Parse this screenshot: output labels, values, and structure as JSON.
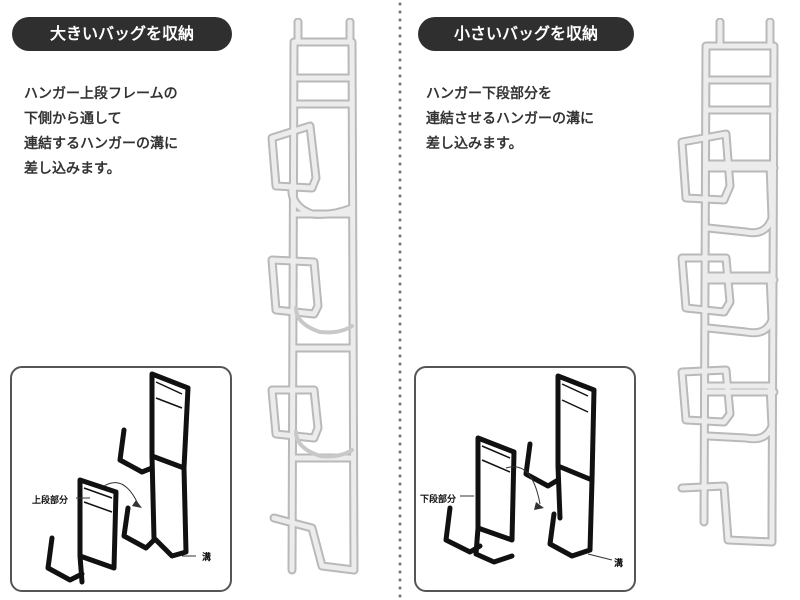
{
  "left": {
    "title": "大きいバッグを収納",
    "desc_lines": [
      "ハンガー上段フレームの",
      "下側から通して",
      "連結するハンガーの溝に",
      "差し込みます。"
    ],
    "callout_part": "上段部分",
    "callout_groove": "溝"
  },
  "right": {
    "title": "小さいバッグを収納",
    "desc_lines": [
      "ハンガー下段部分を",
      "連結させるハンガーの溝に",
      "差し込みます。"
    ],
    "callout_part": "下段部分",
    "callout_groove": "溝"
  },
  "colors": {
    "pill_bg": "#2f2f2f",
    "frame": "#e4e4e4",
    "frame_edge": "#b9b9b9",
    "ink": "#111111"
  }
}
